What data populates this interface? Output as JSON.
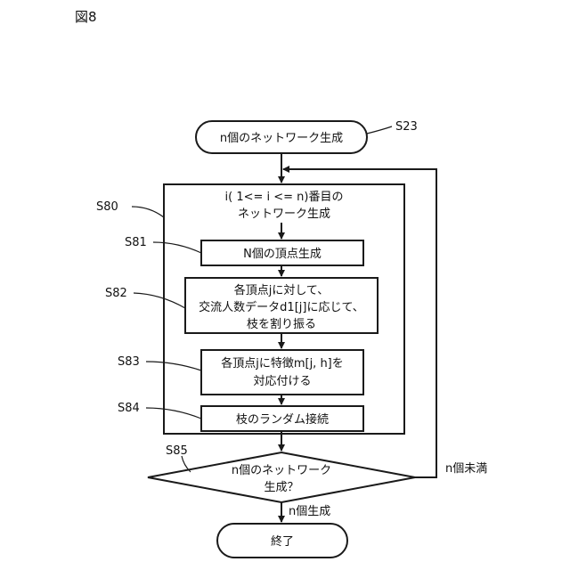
{
  "figure_label": "図8",
  "start": {
    "label": "n個のネットワーク生成",
    "step": "S23"
  },
  "loop": {
    "line1": "i( 1<= i <= n)番目の",
    "line2": "ネットワーク生成",
    "step": "S80"
  },
  "steps": [
    {
      "step": "S81",
      "lines": [
        "N個の頂点生成"
      ]
    },
    {
      "step": "S82",
      "lines": [
        "各頂点jに対して、",
        "交流人数データd1[j]に応じて、",
        "枝を割り振る"
      ]
    },
    {
      "step": "S83",
      "lines": [
        "各頂点jに特徴m[j, h]を",
        "対応付ける"
      ]
    },
    {
      "step": "S84",
      "lines": [
        "枝のランダム接続"
      ]
    }
  ],
  "decision": {
    "line1": "n個のネットワーク",
    "line2": "生成？",
    "step": "S85",
    "no_label": "n個未満",
    "yes_label": "n個生成"
  },
  "end": {
    "label": "終了"
  }
}
